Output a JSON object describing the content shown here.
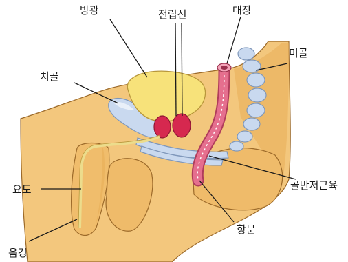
{
  "figure": {
    "labels": {
      "bladder": "방광",
      "prostate": "전립선",
      "colon": "대장",
      "coccyx": "미골",
      "pubic_bone": "치골",
      "pelvic_floor_muscle": "골반저근육",
      "urethra": "요도",
      "anus": "항문",
      "penis": "음경"
    },
    "colors": {
      "skin": "#f3c77d",
      "skin_shadow": "#e8ad57",
      "bladder": "#f7e27a",
      "prostate": "#d6284f",
      "colon": "#e56f8e",
      "bone": "#c9d9ef",
      "bone_edge": "#7f97ba"
    }
  }
}
